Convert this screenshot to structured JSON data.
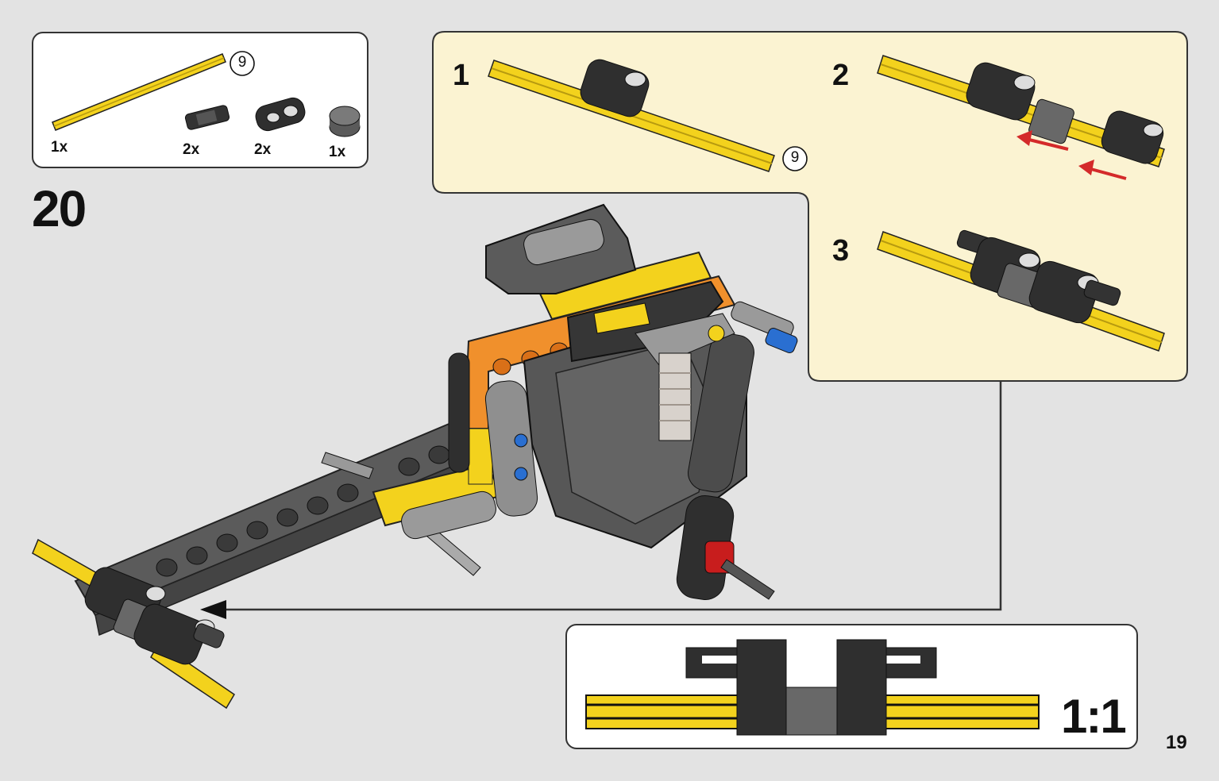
{
  "page": {
    "number": "19",
    "step_number": "20"
  },
  "parts_list": {
    "items": [
      {
        "name": "axle-9-yellow",
        "qty": "1x",
        "length_badge": "9"
      },
      {
        "name": "pin-connector-black",
        "qty": "2x"
      },
      {
        "name": "liftarm-black",
        "qty": "2x"
      },
      {
        "name": "bush-gray",
        "qty": "1x"
      }
    ]
  },
  "sub_assembly": {
    "steps": [
      {
        "number": "1",
        "length_badge": "9"
      },
      {
        "number": "2"
      },
      {
        "number": "3"
      }
    ]
  },
  "scale_box": {
    "label": "1:1"
  },
  "colors": {
    "page_bg": "#e3e3e3",
    "callout_bg": "#fbf3d2",
    "axle_yellow": "#f3d21d",
    "dark_gray": "#5b5b5b",
    "black_part": "#2e2e2e",
    "orange": "#f0902c",
    "arrow_red": "#d42a2a",
    "pin_blue": "#2a6fd1",
    "pin_red": "#c81d1d"
  }
}
